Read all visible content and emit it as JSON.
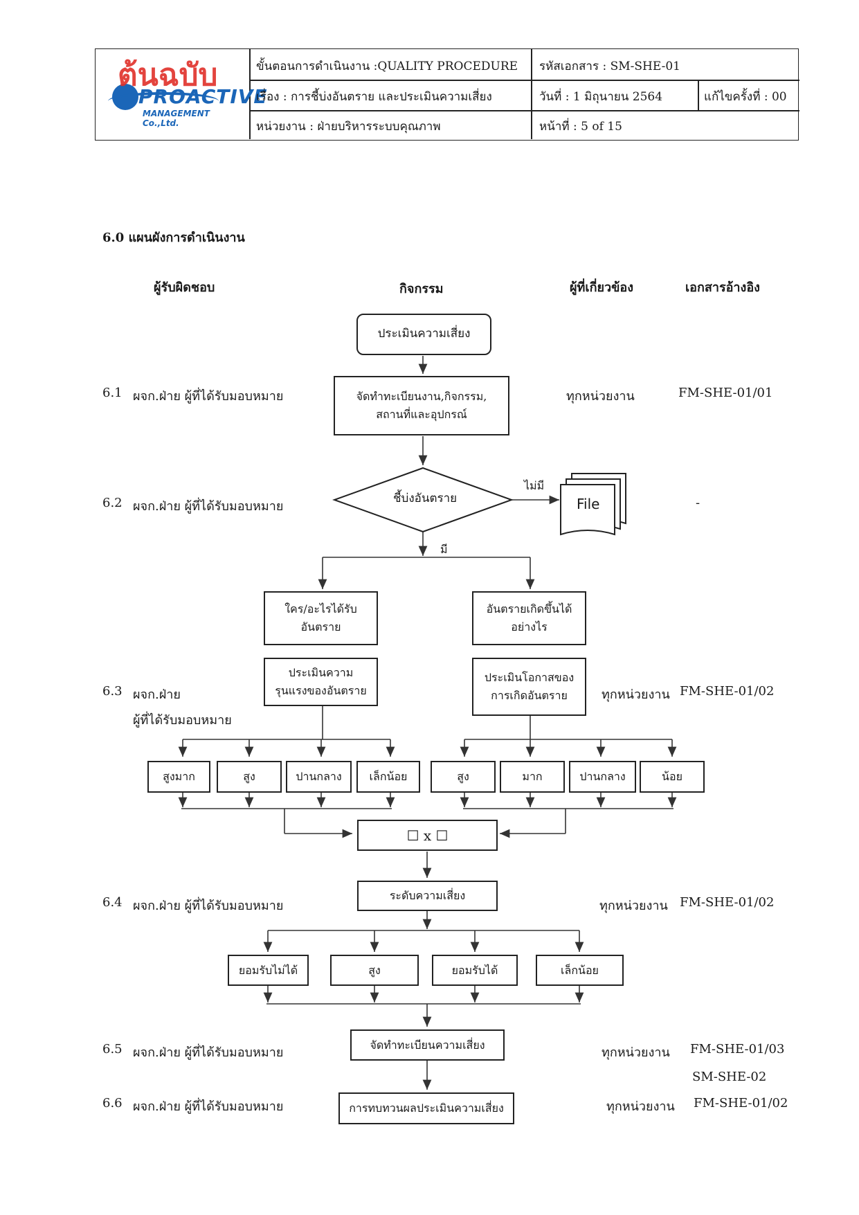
{
  "header": {
    "logo_stamp": "ต้นฉบับ",
    "logo_brand": "PROACTIVE",
    "logo_company": "MANAGEMENT Co.,Ltd.",
    "procedure": "ขั้นตอนการดำเนินงาน :QUALITY PROCEDURE",
    "doc_code": "รหัสเอกสาร : SM-SHE-01",
    "subject": "เรื่อง   : การชี้บ่งอันตราย และประเมินความเสี่ยง",
    "date": "วันที่ : 1 มิถุนายน 2564",
    "revision": "แก้ไขครั้งที่ : 00",
    "department": "หน่วยงาน   : ฝ่ายบริหารระบบคุณภาพ",
    "page": "หน้าที่  :  5 of 15"
  },
  "section_title": "6.0  แผนผังการดำเนินงาน",
  "columns": {
    "responsible": "ผู้รับผิดชอบ",
    "activity": "กิจกรรม",
    "related": "ผู้ที่เกี่ยวข้อง",
    "reference": "เอกสารอ้างอิง"
  },
  "steps": {
    "s61": {
      "num": "6.1",
      "who": "ผจก.ฝ่าย ผู้ที่ได้รับมอบหมาย",
      "related": "ทุกหน่วยงาน",
      "ref": "FM-SHE-01/01"
    },
    "s62": {
      "num": "6.2",
      "who": "ผจก.ฝ่าย ผู้ที่ได้รับมอบหมาย",
      "ref": "-"
    },
    "s63": {
      "num": "6.3",
      "who1": "ผจก.ฝ่าย",
      "who2": "ผู้ที่ได้รับมอบหมาย",
      "related": "ทุกหน่วยงาน",
      "ref": "FM-SHE-01/02"
    },
    "s64": {
      "num": "6.4",
      "who": "ผจก.ฝ่าย ผู้ที่ได้รับมอบหมาย",
      "related": "ทุกหน่วยงาน",
      "ref": "FM-SHE-01/02"
    },
    "s65": {
      "num": "6.5",
      "who": "ผจก.ฝ่าย ผู้ที่ได้รับมอบหมาย",
      "related": "ทุกหน่วยงาน",
      "ref": "FM-SHE-01/03",
      "ref2": "SM-SHE-02"
    },
    "s66": {
      "num": "6.6",
      "who": "ผจก.ฝ่าย ผู้ที่ได้รับมอบหมาย",
      "related": "ทุกหน่วยงาน",
      "ref": "FM-SHE-01/02"
    }
  },
  "flow": {
    "start": "ประเมินความเสี่ยง",
    "register_1": "จัดทำทะเบียนงาน,กิจกรรม,",
    "register_2": "สถานที่และอุปกรณ์",
    "decision": "ชี้บ่งอันตราย",
    "no_label": "ไม่มี",
    "yes_label": "มี",
    "file": "File",
    "who_harmed_1": "ใคร/อะไรได้รับ",
    "who_harmed_2": "อันตราย",
    "how_harm_1": "อันตรายเกิดขึ้นได้",
    "how_harm_2": "อย่างไร",
    "severity_1": "ประเมินความ",
    "severity_2": "รุนแรงของอันตราย",
    "likelihood_1": "ประเมินโอกาสของ",
    "likelihood_2": "การเกิดอันตราย",
    "sev_levels": [
      "สูงมาก",
      "สูง",
      "ปานกลาง",
      "เล็กน้อย"
    ],
    "lik_levels": [
      "สูง",
      "มาก",
      "ปานกลาง",
      "น้อย"
    ],
    "multiply": "☐ x ☐",
    "risk_level": "ระดับความเสี่ยง",
    "risk_classes": [
      "ยอมรับไม่ได้",
      "สูง",
      "ยอมรับได้",
      "เล็กน้อย"
    ],
    "risk_register": "จัดทำทะเบียนความเสี่ยง",
    "review": "การทบทวนผลประเมินความเสี่ยง"
  },
  "colors": {
    "logo_red": "#e0302a",
    "logo_blue": "#1b66b8"
  }
}
